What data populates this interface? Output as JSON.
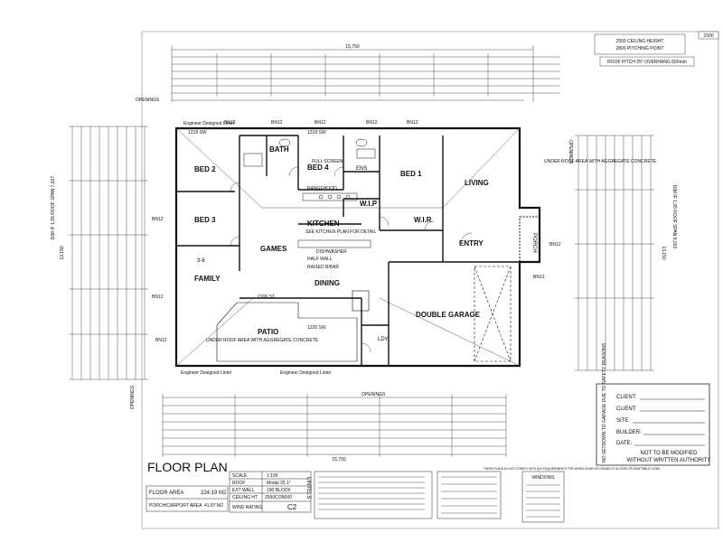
{
  "sheet": {
    "page_ref": "1500",
    "top_notes": [
      "2550 CEILING HEIGHT",
      "2800 PITCHING POINT"
    ],
    "roof_note": "ROOF PITCH 25° OVERHANG 600mm",
    "openings_label": "OPENINGS",
    "top_overall_dim": "15,750",
    "right_overall_dim": "13,150",
    "left_overall_dim": "13,150",
    "bottom_overall_dim": "15,750",
    "left_side_note": "DIM IF 1,95 ROOF SPAN 7,937",
    "right_side_note": "DIM IF 1,95 ROOF SPAN 8,000"
  },
  "plan": {
    "lintel_top_left": "Engineer Designed Lintel",
    "lintel_bottom_left": "Engineer Designed Lintel",
    "lintel_bottom_mid": "Engineer Designed Lintel",
    "rooms": {
      "bed2": "BED 2",
      "bed3": "BED 3",
      "bed4": "BED 4",
      "bed1": "BED 1",
      "bath": "BATH",
      "ens": "ENS",
      "wip": "W.I.P",
      "wir": "W.I.R",
      "living": "LIVING",
      "kitchen": "KITCHEN",
      "games": "GAMES",
      "family": "FAMILY",
      "dining": "DINING",
      "patio": "PATIO",
      "entry": "ENTRY",
      "garage": "DOUBLE GARAGE",
      "ldy": "LDY",
      "porch": "PORCH"
    },
    "notes": {
      "kitchen_sub": "SEE KITCHEN PLAN FOR DETAIL",
      "half_wall": "HALF WALL",
      "raised_bar": "RAISED B/BAR",
      "dishwasher": "DISHWASHER",
      "patio_note": "UNDER ROOF AREA WITH AGGREGATE CONCRETE",
      "porch_note": "UNDER ROOF AREA WITH AGGREGATE CONCRETE",
      "full_screen": "FULL SCREEN",
      "rangehood": "RANGEHOOD",
      "bn12": "BN12",
      "sw_1218": "1218 SW",
      "sw_1220": "1220 SW",
      "sw_2106": "2106 S3",
      "games_id": "3-8"
    }
  },
  "title_block": {
    "title": "FLOOR PLAN",
    "scale_label": "SCALE",
    "scale_value": "1:100",
    "roof_label": "ROOF",
    "roof_value": "Modal 25.1°",
    "ext_wall_label": "EXT WALL",
    "ext_wall_value": "190 BLOCK",
    "ceiling_label": "CEILING HT",
    "ceiling_value": "2550C/28000",
    "wind_label": "WIND RATING",
    "wind_value": "C2",
    "floor_area_label": "FLOOR AREA",
    "floor_area_value": "224.19 M2",
    "porch_area_label": "PORCH/CARPORT AREA",
    "porch_area_value": "41.87 M2",
    "lintels_label": "LINTELS"
  },
  "client_block": {
    "client_label_1": "CLIENT:",
    "client_label_2": "CLIENT:",
    "site_label": "SITE:",
    "builder_label": "BUILDER:",
    "date_label": "DATE:",
    "not_modified": "NOT TO BE MODIFIED",
    "without_auth": "WITHOUT WRITTEN AUTHORITY",
    "vertical_note": "NO SETDOWN TO GARAGE DUE TO SAFETY REASONS",
    "compliance_note": "THESE PLANS DO NOT COMPLY WITH ANY REQUIREMENTS FOR WHEELCHAIR OR DISABILITY ACCESS OR ADAPTABLE LIVING",
    "windows_title": "WINDOWS"
  }
}
